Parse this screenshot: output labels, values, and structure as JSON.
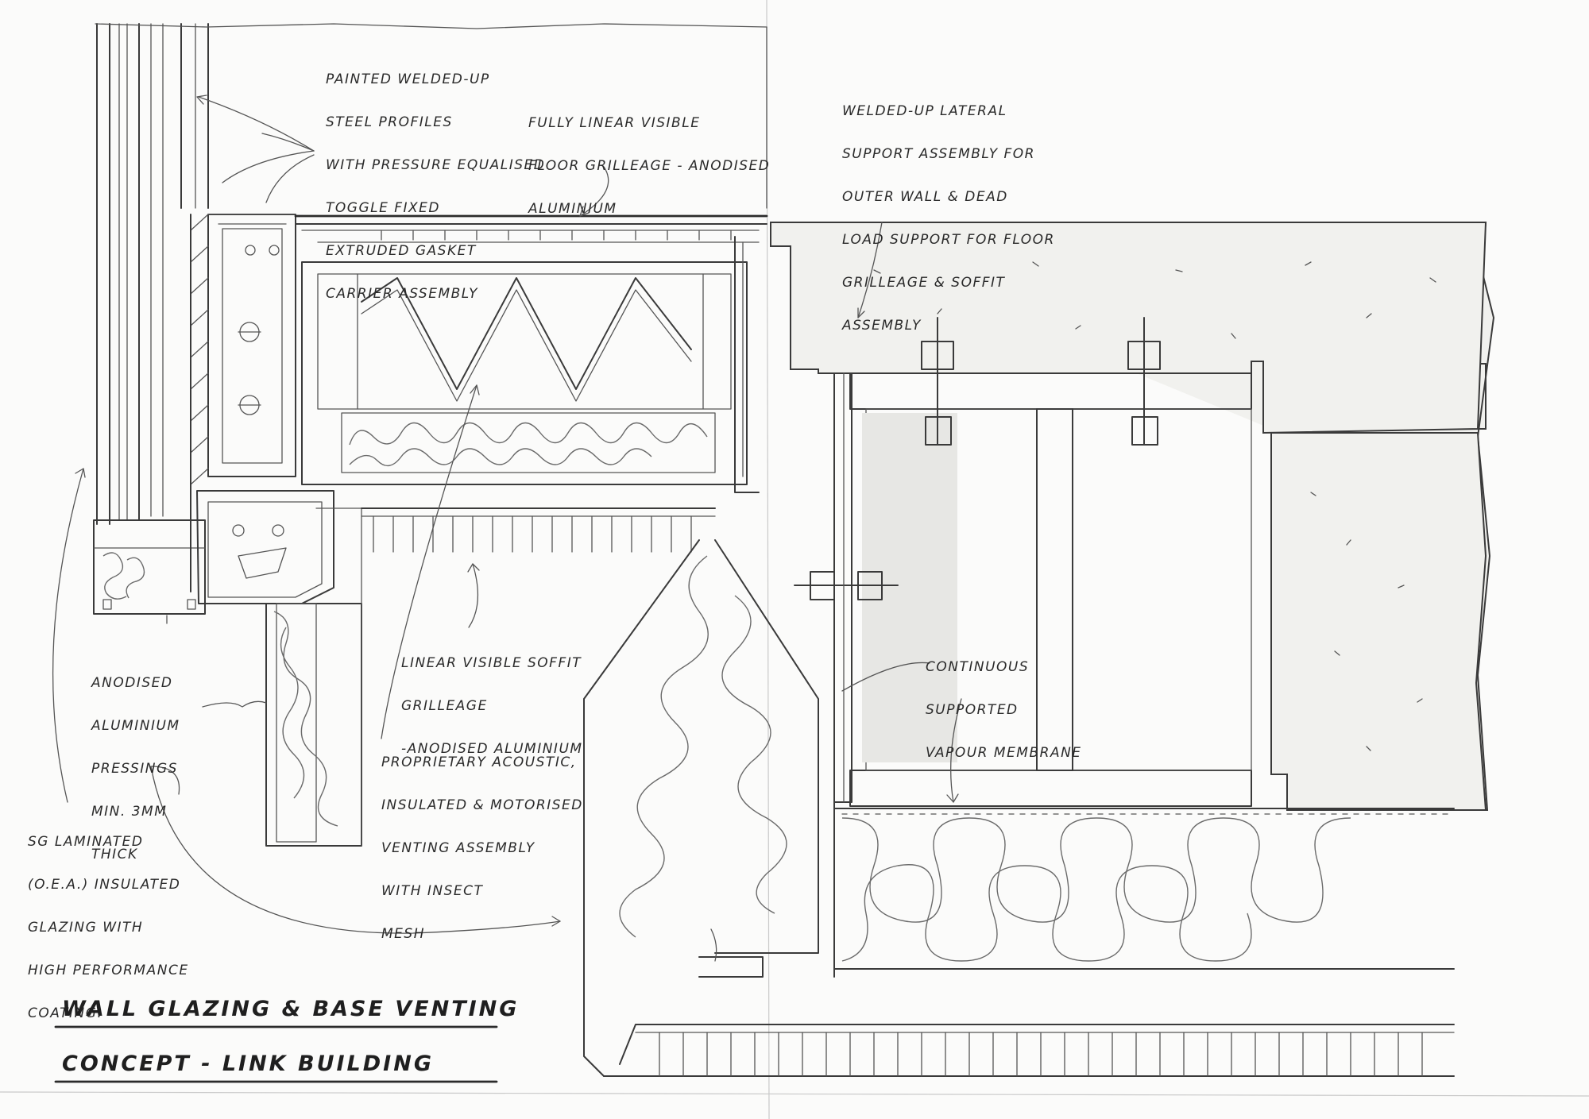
{
  "title": {
    "line1": "Wall Glazing & Base Venting",
    "line2": "Concept - Link Building"
  },
  "annotations": [
    {
      "id": "steel-profiles",
      "lines": [
        "Painted welded-up",
        "steel profiles",
        "with pressure equalised",
        "toggle fixed",
        "extruded gasket",
        "carrier assembly"
      ]
    },
    {
      "id": "floor-grilleage",
      "lines": [
        "Fully linear visible",
        "floor grilleage - anodised",
        "aluminium"
      ]
    },
    {
      "id": "lateral-support",
      "lines": [
        "Welded-up lateral",
        "support assembly for",
        "outer wall & dead",
        "load support for floor",
        "grilleage & soffit",
        "assembly"
      ]
    },
    {
      "id": "aluminium-pressings",
      "lines": [
        "Anodised",
        "aluminium",
        "pressings",
        "min. 3mm",
        "thick"
      ]
    },
    {
      "id": "soffit-grilleage",
      "lines": [
        "Linear visible soffit",
        "grilleage",
        "-anodised aluminium"
      ]
    },
    {
      "id": "vapour-membrane",
      "lines": [
        "Continuous",
        "supported",
        "vapour membrane"
      ]
    },
    {
      "id": "venting-assembly",
      "lines": [
        "Proprietary acoustic,",
        "insulated & motorised",
        "venting assembly",
        "with insect",
        "mesh"
      ]
    },
    {
      "id": "glazing",
      "lines": [
        "SG laminated",
        "(O.E.A.) insulated",
        "glazing with",
        "high performance",
        "coating."
      ]
    }
  ]
}
